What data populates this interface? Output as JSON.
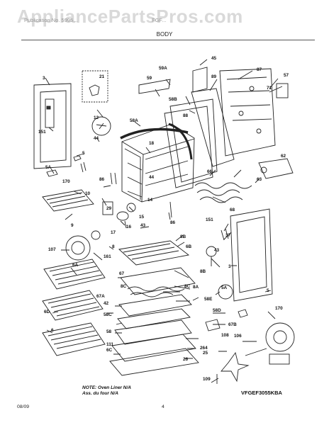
{
  "watermark": "AppliancePartsPros.com",
  "header": {
    "left": "Publication No. 5995...",
    "right": "FGF..."
  },
  "section_title": "BODY",
  "callouts": [
    "3",
    "21",
    "59A",
    "45",
    "59",
    "89",
    "87",
    "57",
    "71",
    "58B",
    "88",
    "12",
    "58A",
    "44",
    "151",
    "5",
    "5A",
    "170",
    "18",
    "44",
    "62",
    "66",
    "63",
    "86",
    "10",
    "29",
    "14",
    "68",
    "9",
    "15",
    "16",
    "86",
    "17",
    "43",
    "151",
    "37",
    "107",
    "8",
    "8B",
    "6B",
    "161",
    "6A",
    "43",
    "3",
    "67",
    "8B",
    "8C",
    "8C",
    "8A",
    "5A",
    "5",
    "6D",
    "58C",
    "42",
    "58D",
    "67A",
    "170",
    "108",
    "58E",
    "67B",
    "6",
    "58",
    "106",
    "6C",
    "264",
    "26",
    "25",
    "109",
    "111"
  ],
  "note": {
    "line1": "NOTE: Oven Liner N/A",
    "line2": "Ass. du four N/A"
  },
  "model": "VFGEF3055KBA",
  "footer": {
    "date": "08/09",
    "page": "4"
  }
}
